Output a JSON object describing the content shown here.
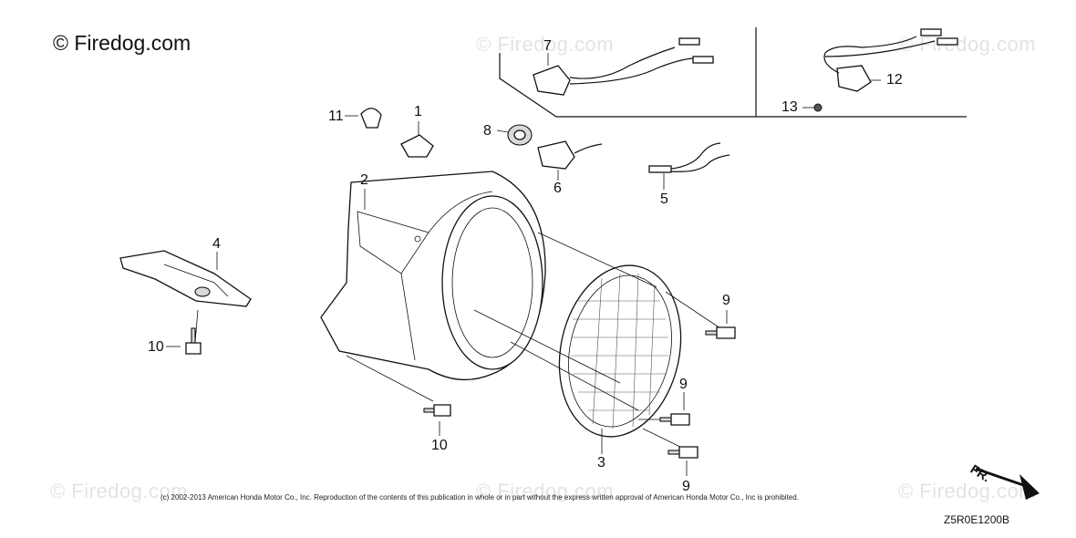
{
  "copyright": "© Firedog.com",
  "watermarks": [
    "© Firedog.com",
    "© Firedog.com",
    "© Firedog.com",
    "© Firedog.com",
    "© Firedog.com"
  ],
  "callouts": {
    "c1": "1",
    "c2": "2",
    "c3": "3",
    "c4": "4",
    "c5": "5",
    "c6": "6",
    "c7": "7",
    "c8": "8",
    "c9a": "9",
    "c9b": "9",
    "c9c": "9",
    "c10a": "10",
    "c10b": "10",
    "c11": "11",
    "c12": "12",
    "c13": "13"
  },
  "footer": "(c) 2002-2013 American Honda Motor Co., Inc. Reproduction of the contents of this publication in whole or in part without the express written approval of American Honda Motor Co., Inc is prohibited.",
  "drawing_code": "Z5R0E1200B",
  "direction_label": "FR."
}
